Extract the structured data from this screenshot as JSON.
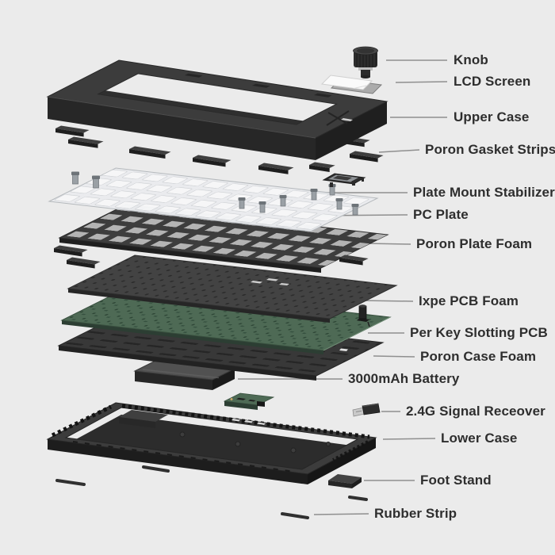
{
  "diagram": {
    "type": "exploded-view",
    "subject": "Mechanical keyboard kit parts diagram"
  },
  "colors": {
    "background": "#ebebeb",
    "label_text": "#2e2e2e",
    "leader_line": "#8f8f8f",
    "case_top": "#3c3c3c",
    "case_front": "#272727",
    "plate_translucent": "#eaecef",
    "foam_dark": "#3d3d3d",
    "ixpe_gray": "#434343",
    "pcb_green": "#4e6a55",
    "case_foam": "#383838",
    "battery_gray": "#515151",
    "white_part": "#fafafa",
    "rubber_dark": "#303030"
  },
  "labels": [
    {
      "id": "knob",
      "text": "Knob"
    },
    {
      "id": "lcd-screen",
      "text": "LCD Screen"
    },
    {
      "id": "upper-case",
      "text": "Upper Case"
    },
    {
      "id": "poron-gasket-strips",
      "text": "Poron Gasket Strips"
    },
    {
      "id": "plate-mount-stabilizer",
      "text": "Plate Mount Stabilizer"
    },
    {
      "id": "pc-plate",
      "text": "PC Plate"
    },
    {
      "id": "poron-plate-foam",
      "text": "Poron Plate Foam"
    },
    {
      "id": "ixpe-pcb-foam",
      "text": "Ixpe PCB Foam"
    },
    {
      "id": "per-key-slotting-pcb",
      "text": "Per Key Slotting PCB"
    },
    {
      "id": "poron-case-foam",
      "text": "Poron Case Foam"
    },
    {
      "id": "battery",
      "text": "3000mAh Battery"
    },
    {
      "id": "receiver",
      "text": "2.4G Signal Receover"
    },
    {
      "id": "lower-case",
      "text": "Lower Case"
    },
    {
      "id": "foot-stand",
      "text": "Foot Stand"
    },
    {
      "id": "rubber-strip",
      "text": "Rubber Strip"
    }
  ]
}
